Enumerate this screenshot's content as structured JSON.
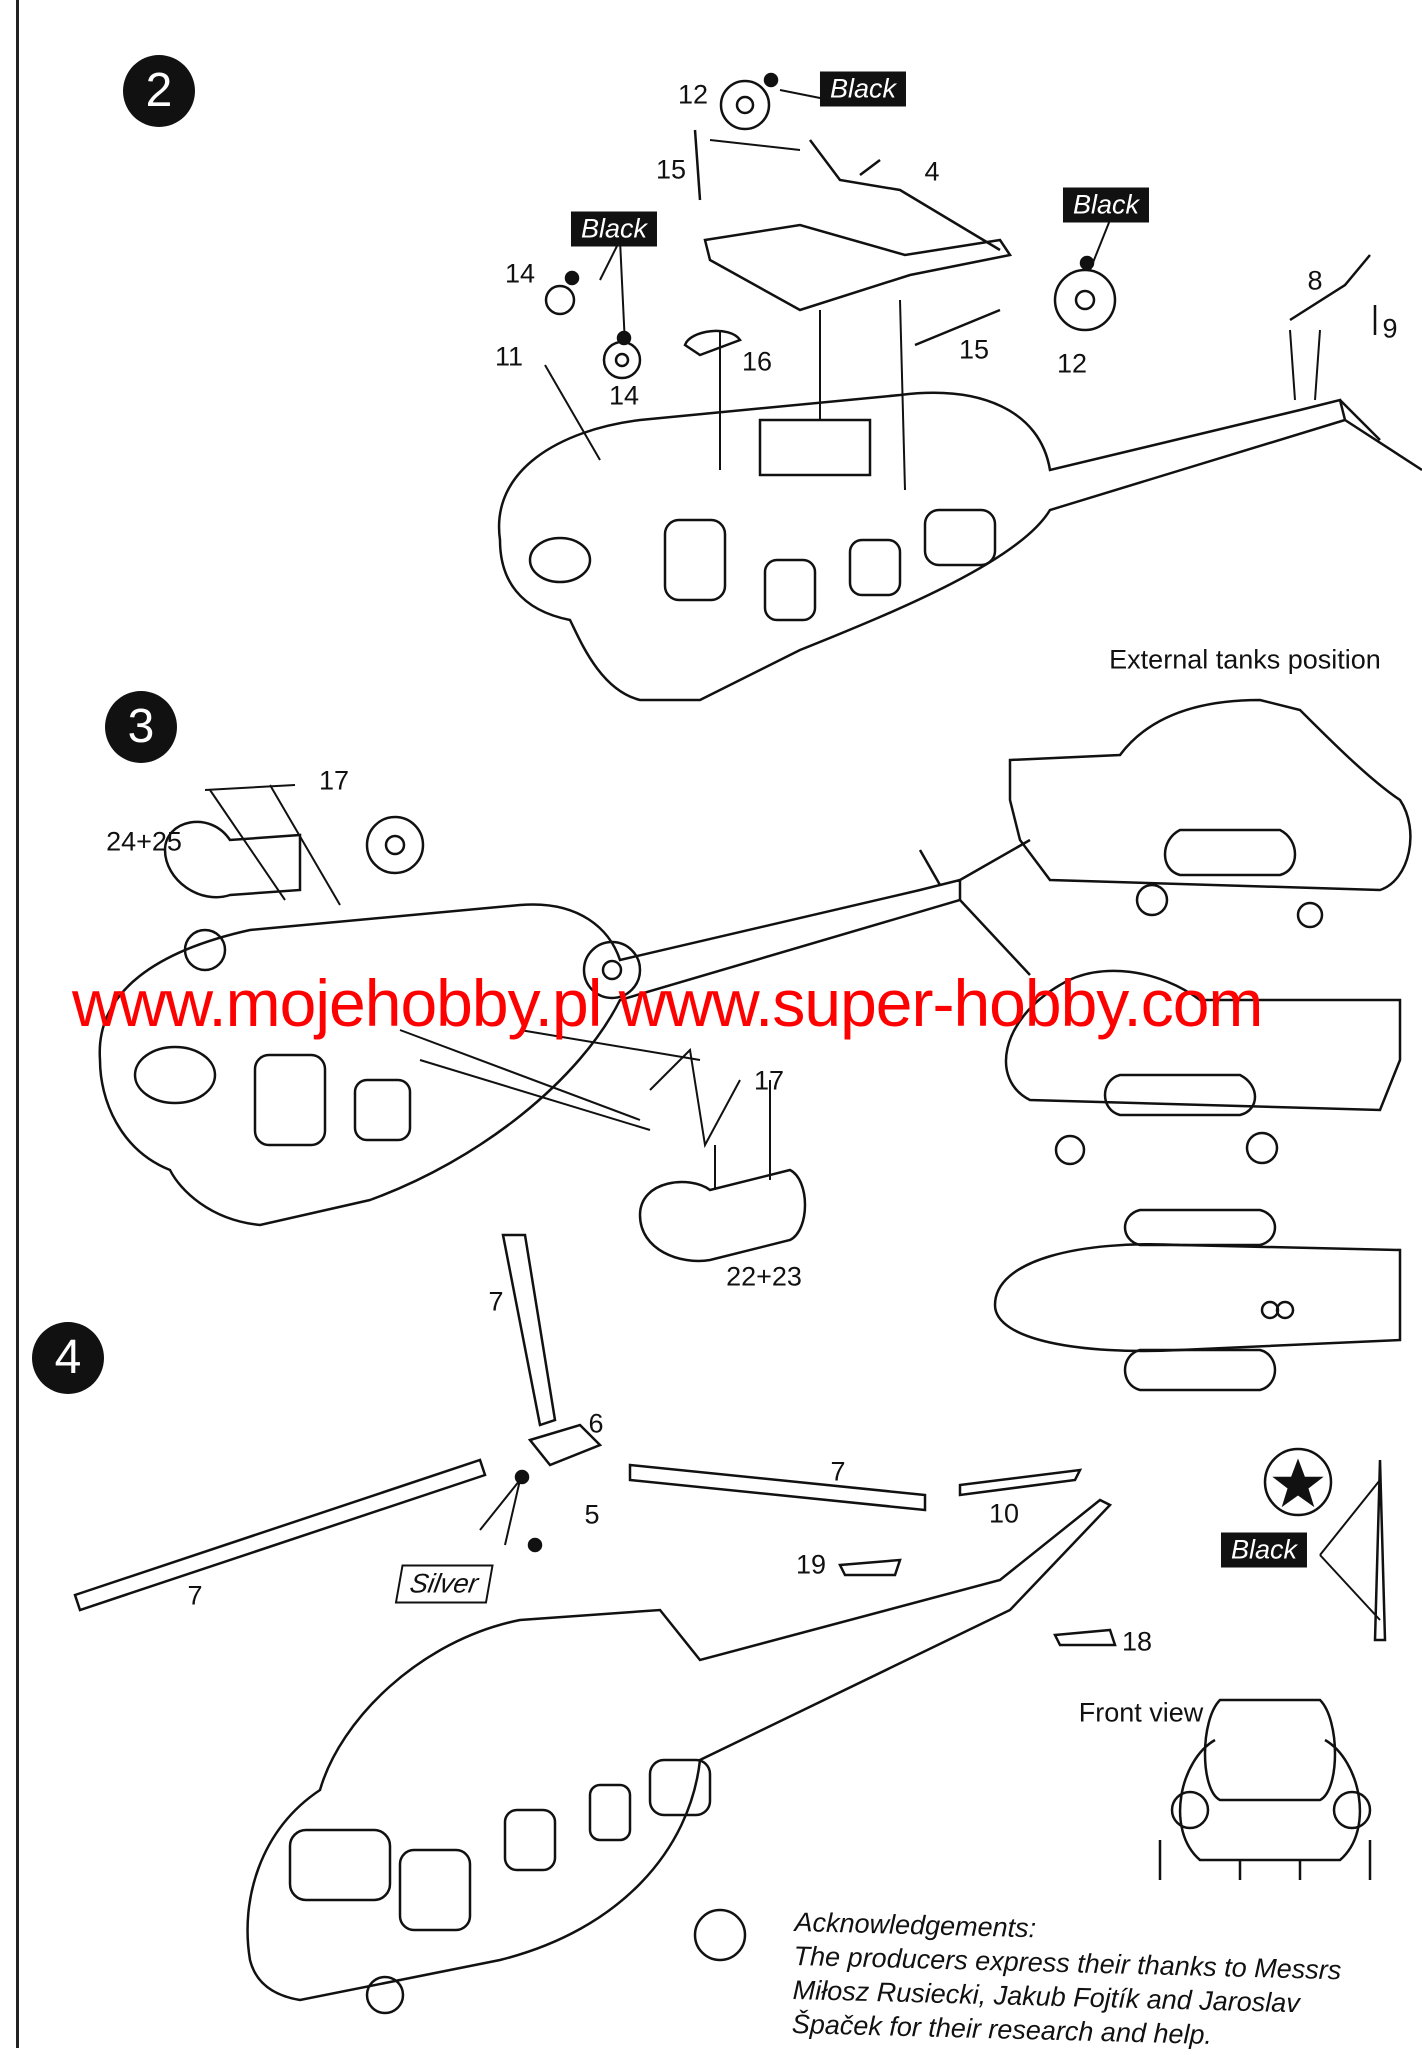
{
  "steps": [
    "2",
    "3",
    "4"
  ],
  "step2": {
    "parts": [
      "12",
      "15",
      "4",
      "14",
      "11",
      "14",
      "16",
      "15",
      "12",
      "8",
      "9"
    ],
    "paint": [
      "Black",
      "Black",
      "Black"
    ]
  },
  "step3": {
    "parts": [
      "17",
      "24+25",
      "17",
      "22+23"
    ],
    "external_tanks_caption": "External tanks position"
  },
  "step4": {
    "parts": [
      "7",
      "6",
      "7",
      "5",
      "10",
      "7",
      "19",
      "18"
    ],
    "paint_silver": "Silver",
    "paint_black": "Black",
    "front_view_caption": "Front view"
  },
  "watermark": "www.mojehobby.pl www.super-hobby.com",
  "acknowledgements": {
    "title": "Acknowledgements:",
    "lines": [
      "The producers express their thanks to Messrs",
      "Miłosz Rusiecki, Jakub Fojtík and Jaroslav",
      "Špaček for their research and help."
    ]
  },
  "colors": {
    "watermark": "#ff0000",
    "ink": "#111111"
  }
}
